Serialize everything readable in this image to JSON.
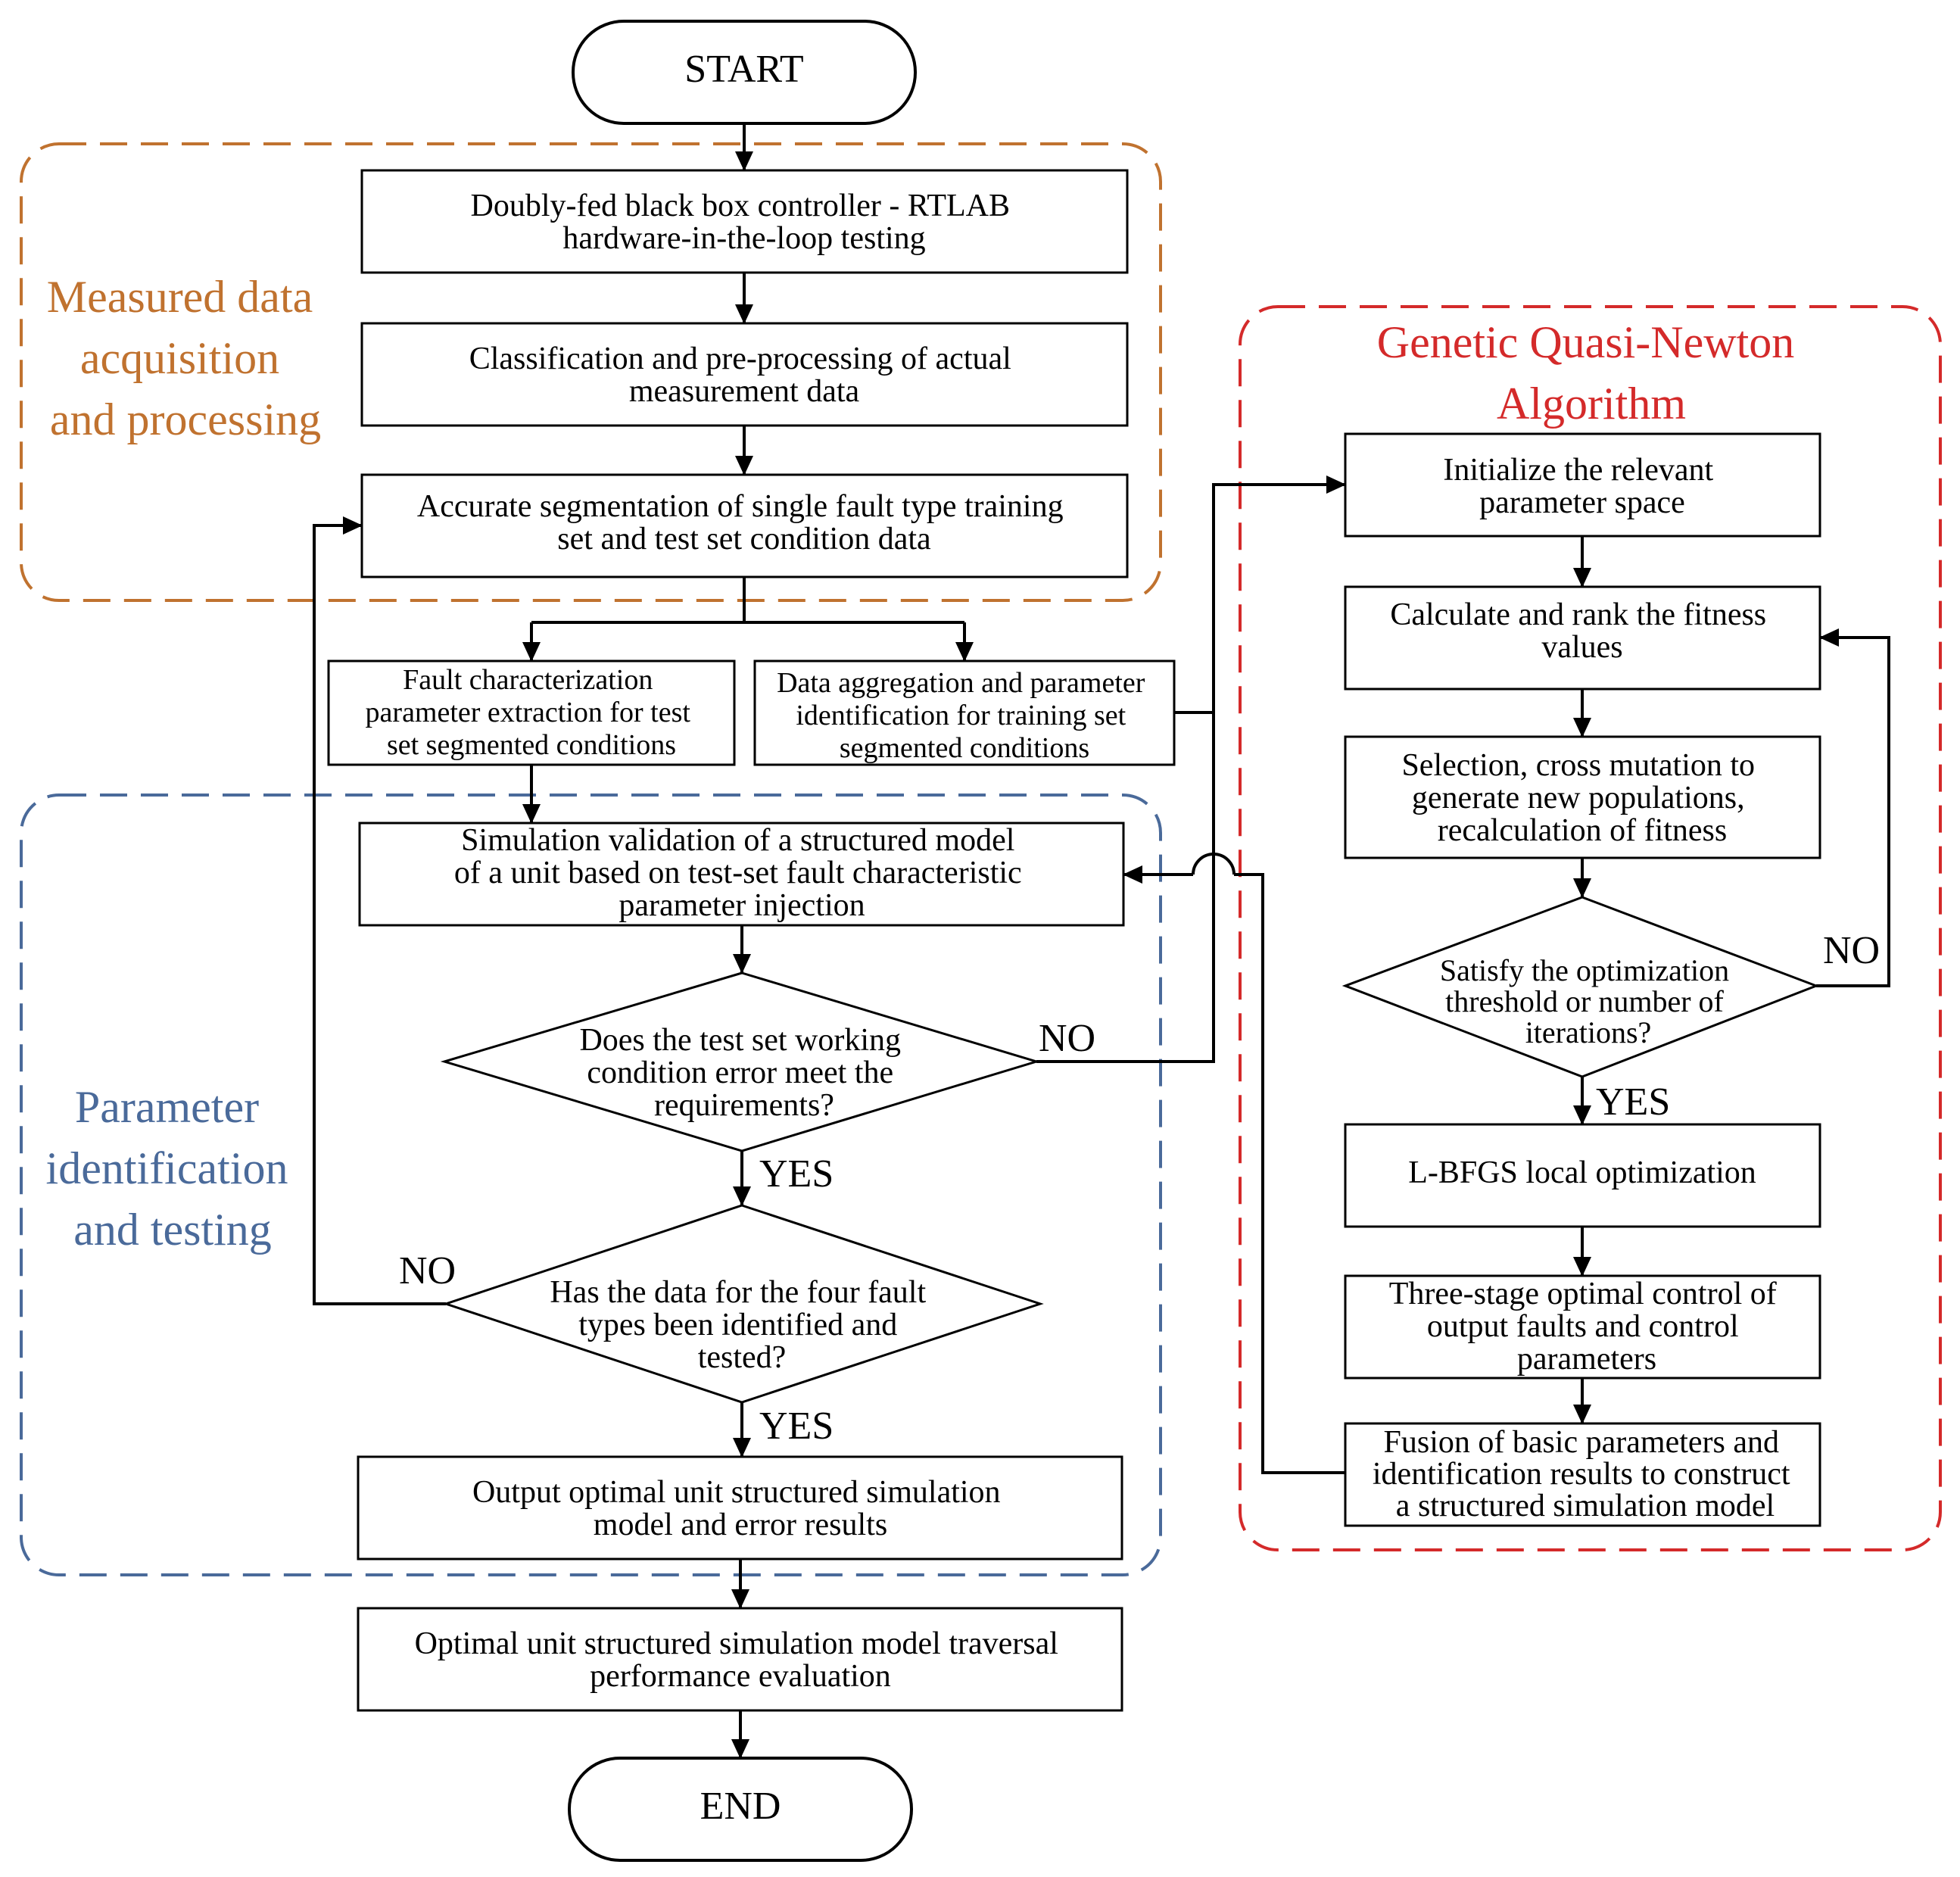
{
  "colors": {
    "stroke": "#000000",
    "measured_group": "#C0722F",
    "parameter_group": "#4A6A9A",
    "genetic_group": "#D42A2A"
  },
  "groups": {
    "measured": [
      "Measured data",
      "acquisition",
      "and processing"
    ],
    "parameter": [
      "Parameter",
      "identification",
      "and testing"
    ],
    "genetic": [
      "Genetic Quasi-Newton",
      "Algorithm"
    ]
  },
  "nodes": {
    "start": "START",
    "end": "END",
    "doubly_fed": [
      "Doubly-fed black box controller - RTLAB",
      "hardware-in-the-loop testing"
    ],
    "classification": [
      "Classification and pre-processing of actual",
      "measurement data"
    ],
    "segmentation": [
      "Accurate segmentation of single fault type training",
      "set and test set condition data"
    ],
    "fault_char": [
      "Fault characterization",
      "parameter extraction for test",
      "set segmented conditions"
    ],
    "data_agg": [
      "Data aggregation and parameter",
      "identification for training set",
      "segmented conditions"
    ],
    "simulation": [
      "Simulation validation of a structured model",
      "of a unit based on test-set fault characteristic",
      "parameter injection"
    ],
    "test_error": [
      "Does the test set working",
      "condition error meet the",
      "requirements?"
    ],
    "four_types": [
      "Has the data for the four fault",
      "types been identified and",
      "tested?"
    ],
    "output_optimal": [
      "Output optimal unit structured simulation",
      "model and error results"
    ],
    "traversal": [
      "Optimal unit structured simulation model traversal",
      "performance evaluation"
    ],
    "initialize": [
      "Initialize the relevant",
      "parameter space"
    ],
    "fitness": [
      "Calculate and rank the fitness",
      "values"
    ],
    "selection": [
      "Selection, cross mutation to",
      "generate new populations,",
      "recalculation of fitness"
    ],
    "satisfy": [
      "Satisfy the optimization",
      "threshold or number of",
      "iterations?"
    ],
    "lbfgs": [
      "L-BFGS local optimization"
    ],
    "three_stage": [
      "Three-stage optimal control of",
      "output faults and control",
      "parameters"
    ],
    "fusion": [
      "Fusion of basic parameters and",
      "identification results to construct",
      "a structured simulation model"
    ]
  },
  "edge_labels": {
    "test_error_no": "NO",
    "test_error_yes": "YES",
    "four_types_no": "NO",
    "four_types_yes": "YES",
    "satisfy_no": "NO",
    "satisfy_yes": "YES"
  }
}
